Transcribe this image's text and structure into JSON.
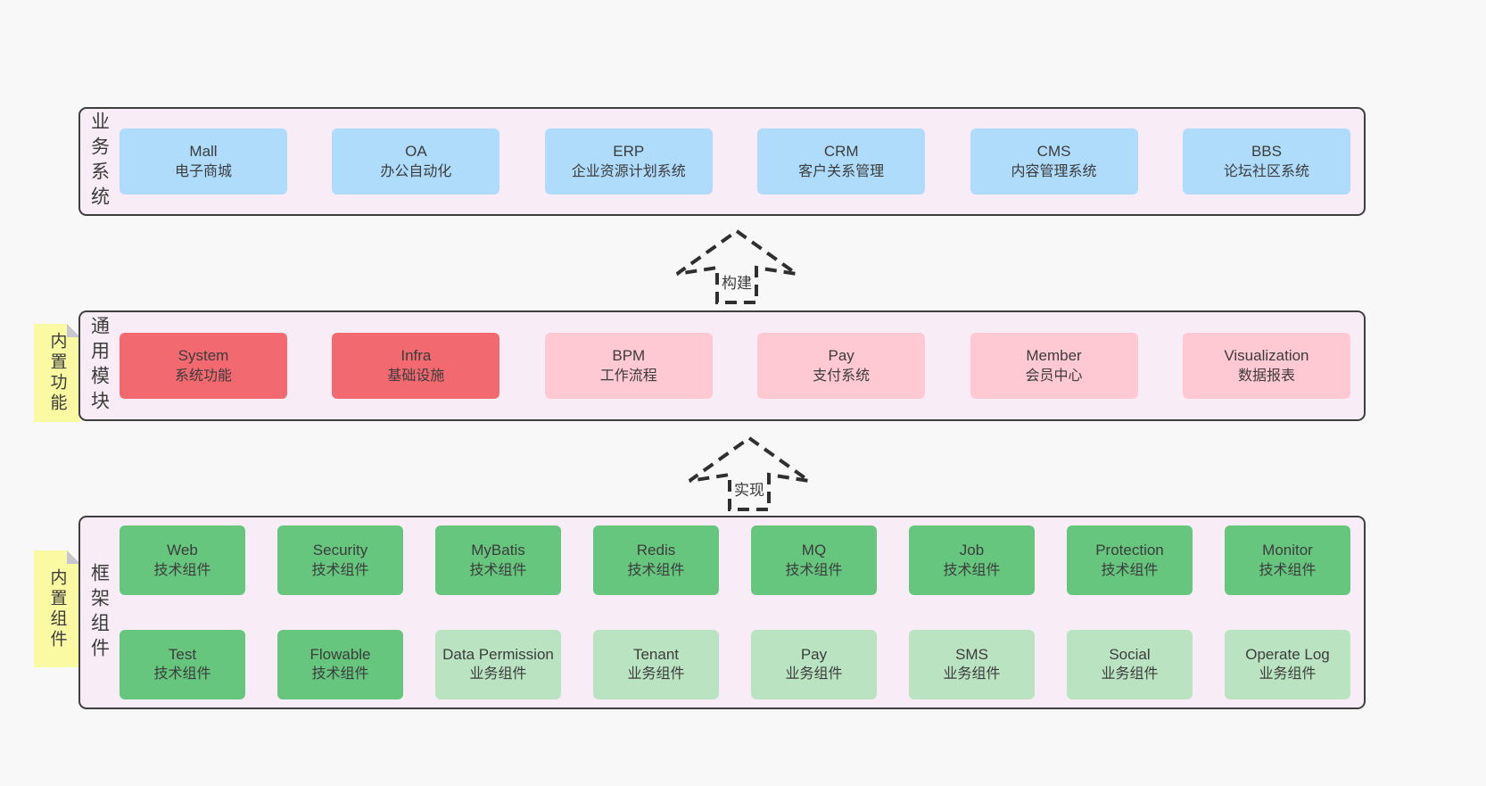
{
  "colors": {
    "page_bg": "#f8f8f8",
    "section_bg": "#f8edf6",
    "section_border": "#3f3f3f",
    "blue_box": "#aedcfa",
    "red_box": "#f2696f",
    "pink_box": "#ffc9d4",
    "green_dark_box": "#66c67e",
    "green_light_box": "#bae4c1",
    "yellow_tab": "#fafaa2",
    "fold_gray": "#c6c6ce",
    "text": "#3c3c3c",
    "arrow_stroke": "#2f2f2f"
  },
  "arrows": {
    "build": {
      "label": "构建"
    },
    "implement": {
      "label": "实现"
    }
  },
  "sections": {
    "business": {
      "label": "业务系统",
      "items": [
        {
          "title": "Mall",
          "subtitle": "电子商城",
          "variant": "blue"
        },
        {
          "title": "OA",
          "subtitle": "办公自动化",
          "variant": "blue"
        },
        {
          "title": "ERP",
          "subtitle": "企业资源计划系统",
          "variant": "blue"
        },
        {
          "title": "CRM",
          "subtitle": "客户关系管理",
          "variant": "blue"
        },
        {
          "title": "CMS",
          "subtitle": "内容管理系统",
          "variant": "blue"
        },
        {
          "title": "BBS",
          "subtitle": "论坛社区系统",
          "variant": "blue"
        }
      ]
    },
    "modules": {
      "label": "通用模块",
      "tab": "内置功能",
      "items": [
        {
          "title": "System",
          "subtitle": "系统功能",
          "variant": "red"
        },
        {
          "title": "Infra",
          "subtitle": "基础设施",
          "variant": "red"
        },
        {
          "title": "BPM",
          "subtitle": "工作流程",
          "variant": "pink"
        },
        {
          "title": "Pay",
          "subtitle": "支付系统",
          "variant": "pink"
        },
        {
          "title": "Member",
          "subtitle": "会员中心",
          "variant": "pink"
        },
        {
          "title": "Visualization",
          "subtitle": "数据报表",
          "variant": "pink"
        }
      ]
    },
    "framework": {
      "label": "框架组件",
      "tab": "内置组件",
      "row1": [
        {
          "title": "Web",
          "subtitle": "技术组件",
          "variant": "green-dark"
        },
        {
          "title": "Security",
          "subtitle": "技术组件",
          "variant": "green-dark"
        },
        {
          "title": "MyBatis",
          "subtitle": "技术组件",
          "variant": "green-dark"
        },
        {
          "title": "Redis",
          "subtitle": "技术组件",
          "variant": "green-dark"
        },
        {
          "title": "MQ",
          "subtitle": "技术组件",
          "variant": "green-dark"
        },
        {
          "title": "Job",
          "subtitle": "技术组件",
          "variant": "green-dark"
        },
        {
          "title": "Protection",
          "subtitle": "技术组件",
          "variant": "green-dark"
        },
        {
          "title": "Monitor",
          "subtitle": "技术组件",
          "variant": "green-dark"
        }
      ],
      "row2": [
        {
          "title": "Test",
          "subtitle": "技术组件",
          "variant": "green-dark"
        },
        {
          "title": "Flowable",
          "subtitle": "技术组件",
          "variant": "green-dark"
        },
        {
          "title": "Data Permission",
          "subtitle": "业务组件",
          "variant": "green-light"
        },
        {
          "title": "Tenant",
          "subtitle": "业务组件",
          "variant": "green-light"
        },
        {
          "title": "Pay",
          "subtitle": "业务组件",
          "variant": "green-light"
        },
        {
          "title": "SMS",
          "subtitle": "业务组件",
          "variant": "green-light"
        },
        {
          "title": "Social",
          "subtitle": "业务组件",
          "variant": "green-light"
        },
        {
          "title": "Operate Log",
          "subtitle": "业务组件",
          "variant": "green-light"
        }
      ]
    }
  }
}
